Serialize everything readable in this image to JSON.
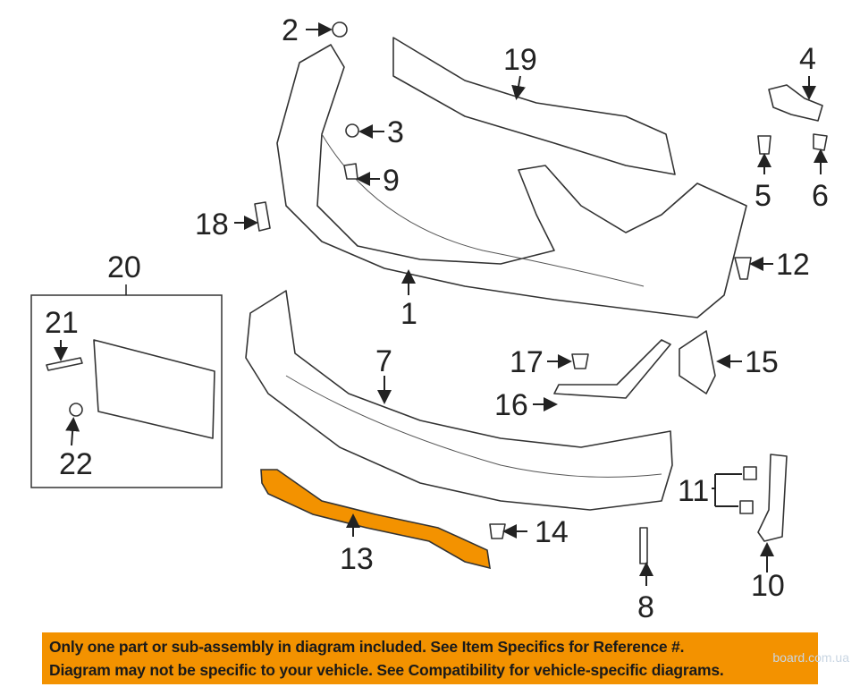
{
  "diagram": {
    "callouts": [
      "1",
      "2",
      "3",
      "4",
      "5",
      "6",
      "7",
      "8",
      "9",
      "10",
      "11",
      "12",
      "13",
      "14",
      "15",
      "16",
      "17",
      "18",
      "19",
      "20",
      "21",
      "22"
    ],
    "highlight_color": "#f39200",
    "highlighted_part": "13"
  },
  "banner": {
    "line1": "Only one part or sub-assembly in diagram included. See Item Specifics for Reference #.",
    "line2": "Diagram may not be specific to your vehicle. See Compatibility for vehicle-specific diagrams."
  },
  "watermark": "board.com.ua"
}
